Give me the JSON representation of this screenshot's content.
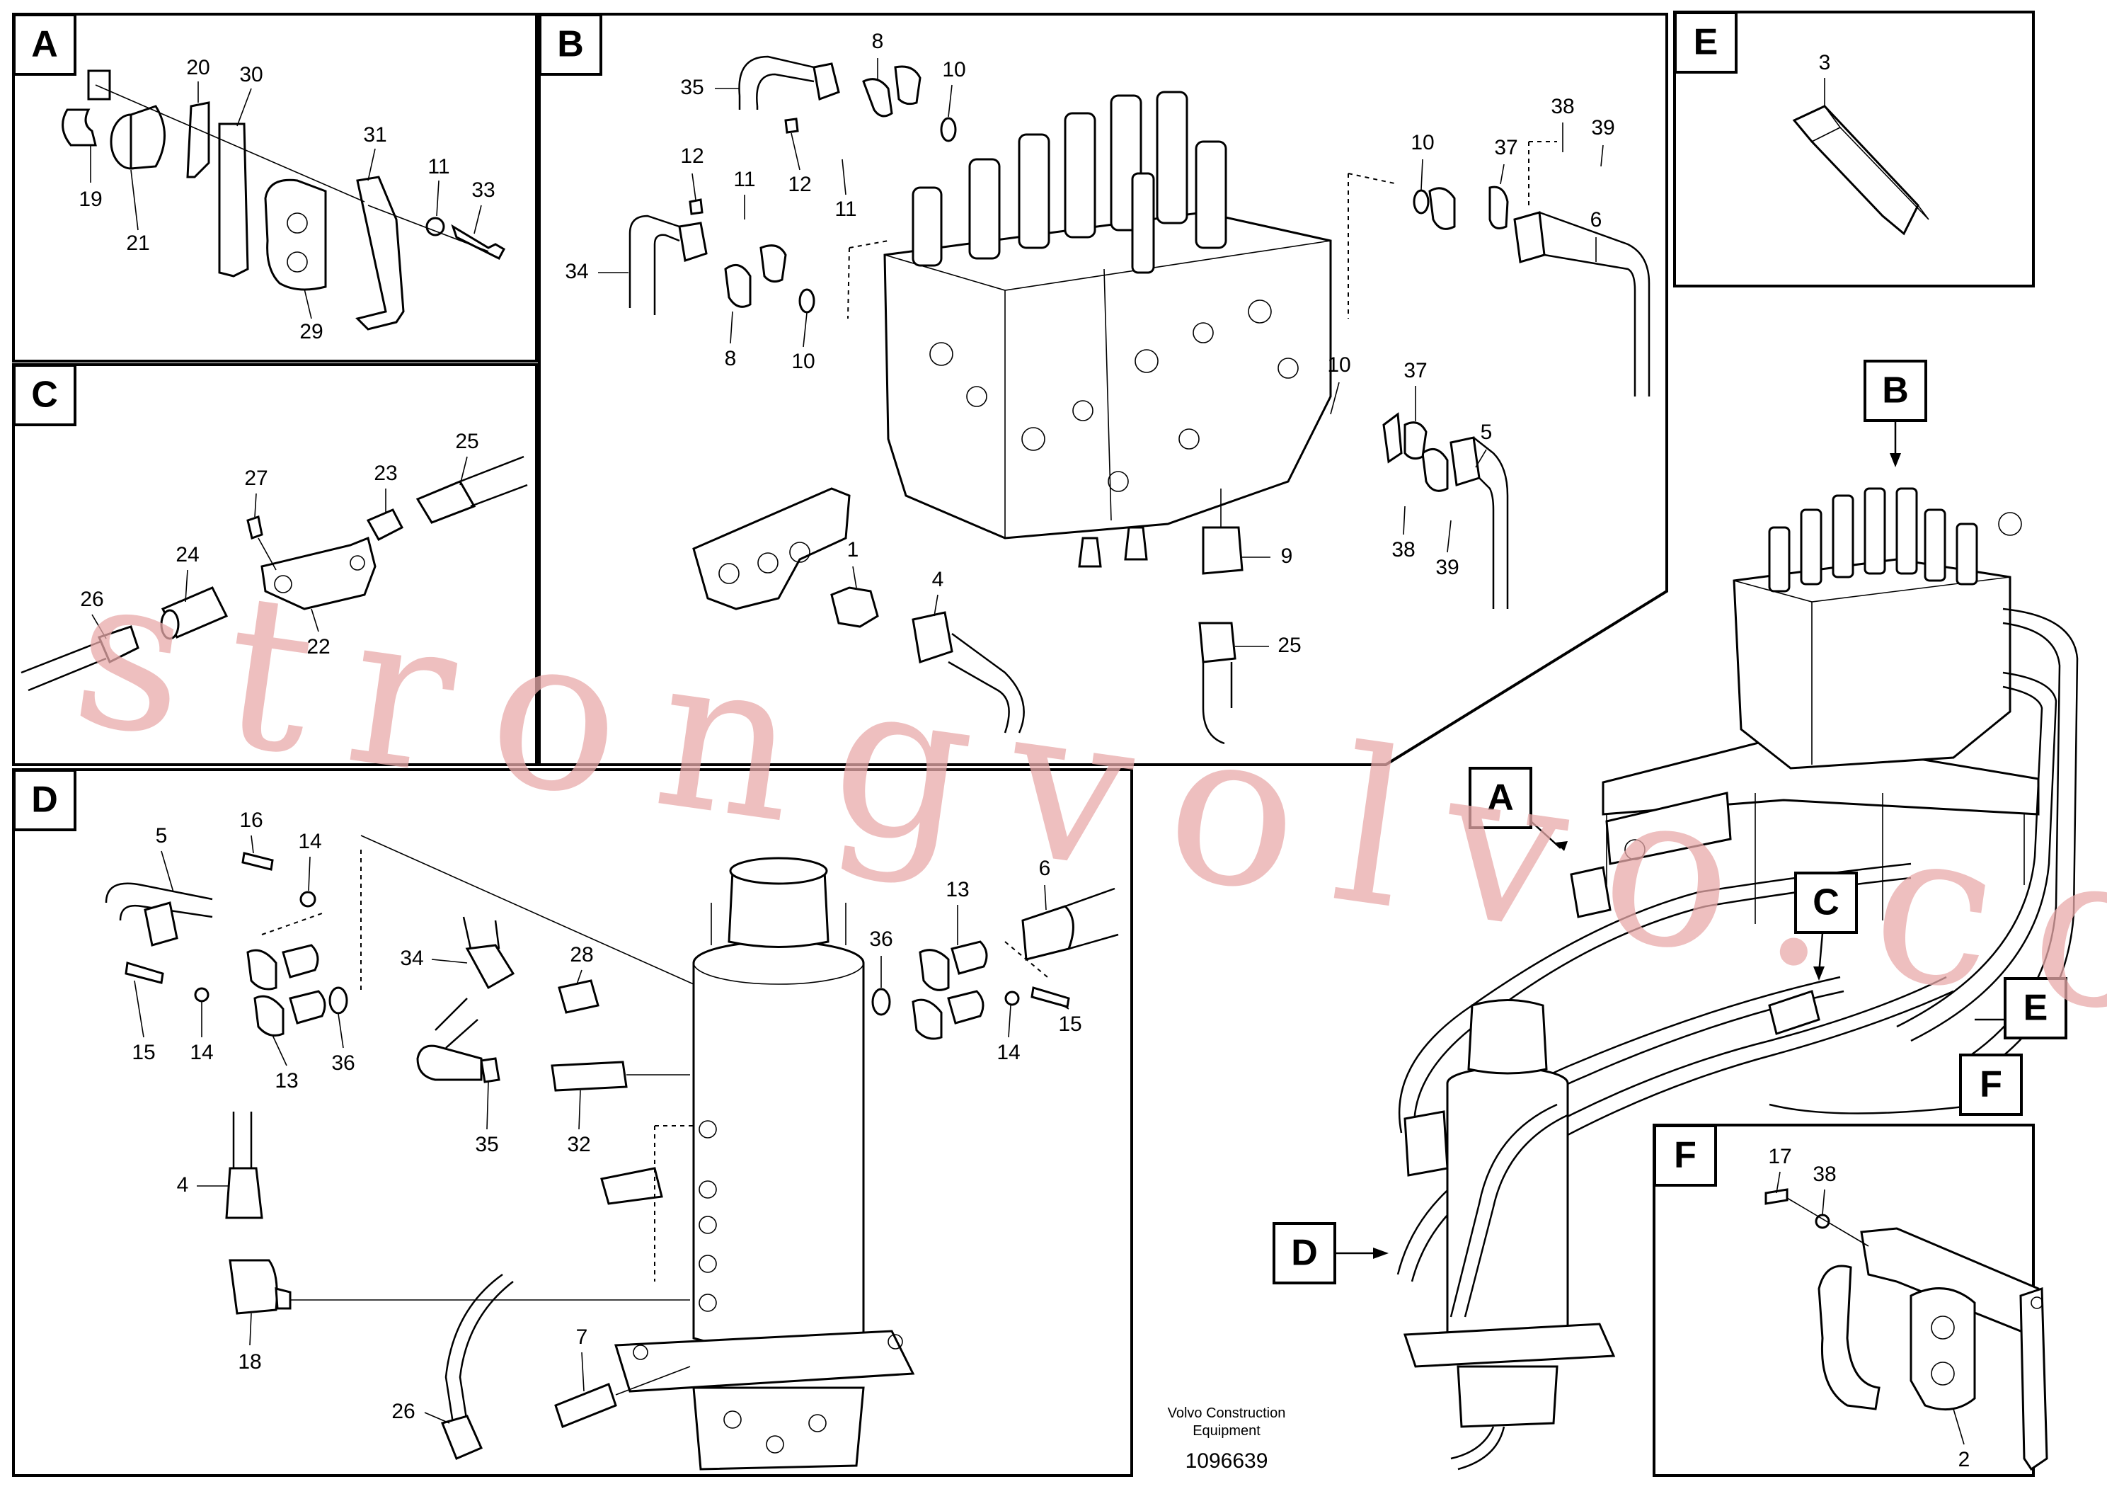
{
  "panels": {
    "A": {
      "label": "A",
      "callouts": [
        "20",
        "30",
        "31",
        "11",
        "33",
        "19",
        "21",
        "29"
      ]
    },
    "B": {
      "label": "B",
      "callouts": [
        "35",
        "8",
        "10",
        "12",
        "11",
        "12",
        "11",
        "34",
        "8",
        "10",
        "10",
        "38",
        "39",
        "37",
        "6",
        "10",
        "37",
        "5",
        "1",
        "4",
        "9",
        "25",
        "38",
        "39"
      ]
    },
    "C": {
      "label": "C",
      "callouts": [
        "27",
        "23",
        "25",
        "24",
        "26",
        "22"
      ]
    },
    "D": {
      "label": "D",
      "callouts": [
        "5",
        "16",
        "14",
        "15",
        "14",
        "13",
        "36",
        "34",
        "28",
        "35",
        "32",
        "4",
        "18",
        "7",
        "26",
        "6",
        "13",
        "36",
        "14",
        "15"
      ]
    },
    "E": {
      "label": "E",
      "callouts": [
        "3"
      ]
    },
    "F": {
      "label": "F",
      "callouts": [
        "17",
        "38",
        "2"
      ]
    },
    "overview": {
      "pointers": [
        "B",
        "A",
        "C",
        "E",
        "D",
        "F"
      ]
    }
  },
  "footer": {
    "line1": "Volvo Construction",
    "line2": "Equipment",
    "number": "1096639"
  },
  "watermark": "strongvolvo.com",
  "colors": {
    "watermark": "#e8a9a9",
    "line": "#000000",
    "background": "#ffffff"
  }
}
